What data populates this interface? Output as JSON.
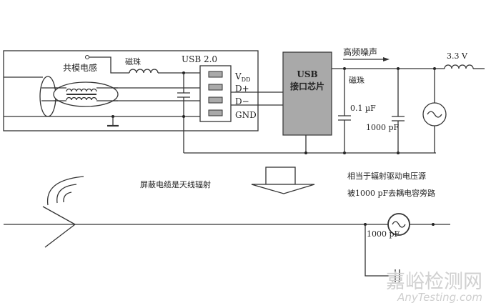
{
  "labels": {
    "cm_choke": "共模电感",
    "bead_left": "磁珠",
    "usb_version": "USB 2.0",
    "pin_vdd": "V",
    "pin_vdd_sub": "DD",
    "pin_dp": "D+",
    "pin_dm": "D−",
    "pin_gnd": "GND",
    "chip_line1": "USB",
    "chip_line2": "接口芯片",
    "hf_noise": "高频噪声",
    "bead_right": "磁珠",
    "cap1": "0.1 µF",
    "cap2": "1000 pF",
    "supply": "3.3 V",
    "cable_antenna": "屏蔽电缆是天线辐射",
    "note_line1": "相当于辐射驱动电压源",
    "note_line2": "被1000 pF去耦电容旁路",
    "cap3": "1000 pF"
  },
  "watermark": {
    "cn": "嘉峪检测网",
    "en": "AnyTesting.com"
  },
  "colors": {
    "chip_fill": "#a9a9a9",
    "watermark": "#cfcfcf"
  }
}
